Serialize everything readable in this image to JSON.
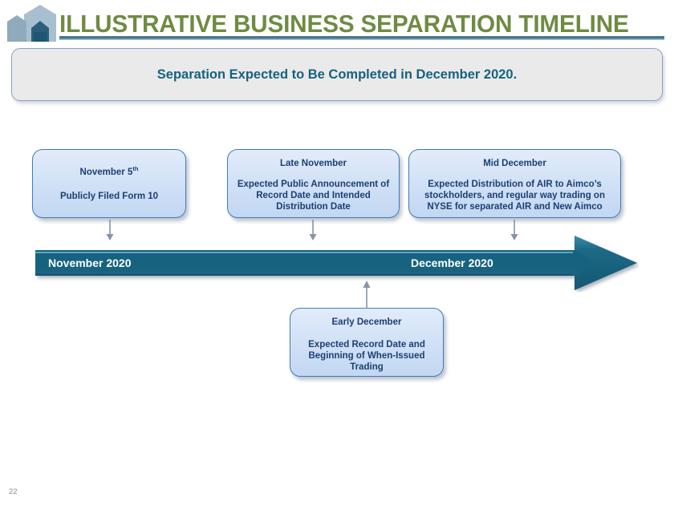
{
  "slide": {
    "title": "ILLUSTRATIVE BUSINESS SEPARATION TIMELINE",
    "page_number": "22",
    "logo_icon": "houses-logo-icon",
    "colors": {
      "title_green": "#6f8b43",
      "rule_blue": "#4a7f96",
      "banner_bg": "#eaeaea",
      "banner_text": "#15627f",
      "callout_fill": "#cfe0f6",
      "callout_border": "#3f7bbf",
      "callout_text": "#1b3f73",
      "timeline_teal": "#1b6480",
      "connector_gray": "#8793a8",
      "page_number_gray": "#8c8c8c"
    }
  },
  "banner": {
    "text": "Separation Expected to Be Completed in December 2020."
  },
  "timeline": {
    "left_label": "November 2020",
    "right_label": "December 2020",
    "arrow_icon": "right-arrow-icon"
  },
  "milestones": [
    {
      "id": "november-5",
      "heading": "November 5",
      "heading_suffix": "th",
      "body": "Publicly Filed Form 10",
      "position": "above",
      "connector_icon": "down-arrow-icon"
    },
    {
      "id": "late-november",
      "heading": "Late November",
      "heading_suffix": "",
      "body": "Expected Public Announcement of Record Date and Intended Distribution Date",
      "position": "above",
      "connector_icon": "down-arrow-icon"
    },
    {
      "id": "mid-december",
      "heading": "Mid December",
      "heading_suffix": "",
      "body": "Expected Distribution of AIR to Aimco’s stockholders, and regular way trading on NYSE for separated AIR and New Aimco",
      "position": "above",
      "connector_icon": "down-arrow-icon"
    },
    {
      "id": "early-december",
      "heading": "Early December",
      "heading_suffix": "",
      "body": "Expected Record Date and Beginning of When-Issued Trading",
      "position": "below",
      "connector_icon": "up-arrow-icon"
    }
  ]
}
